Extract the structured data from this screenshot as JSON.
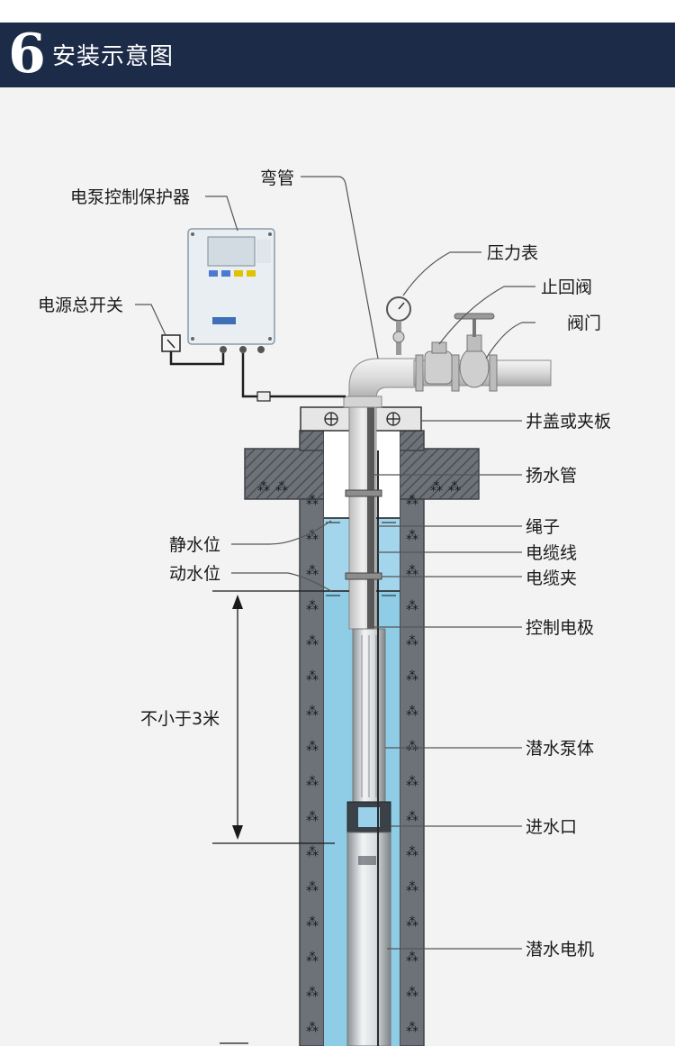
{
  "header": {
    "number": "6",
    "title": "安装示意图",
    "background_color": "#1c2b48"
  },
  "labels": {
    "bend_pipe": "弯管",
    "controller": "电泵控制保护器",
    "main_switch": "电源总开关",
    "pressure_gauge": "压力表",
    "check_valve": "止回阀",
    "valve": "阀门",
    "well_cover": "井盖或夹板",
    "riser_pipe": "扬水管",
    "static_level": "静水位",
    "dynamic_level": "动水位",
    "rope": "绳子",
    "cable": "电缆线",
    "cable_clip": "电缆夹",
    "control_electrode": "控制电极",
    "min_depth": "不小于3米",
    "pump_body": "潜水泵体",
    "water_inlet": "进水口",
    "motor": "潜水电机"
  },
  "colors": {
    "well_wall": "#6d7278",
    "water": "#9fd4ea",
    "pipe": "#dcdcdc",
    "pump": "#c9cdd1"
  }
}
